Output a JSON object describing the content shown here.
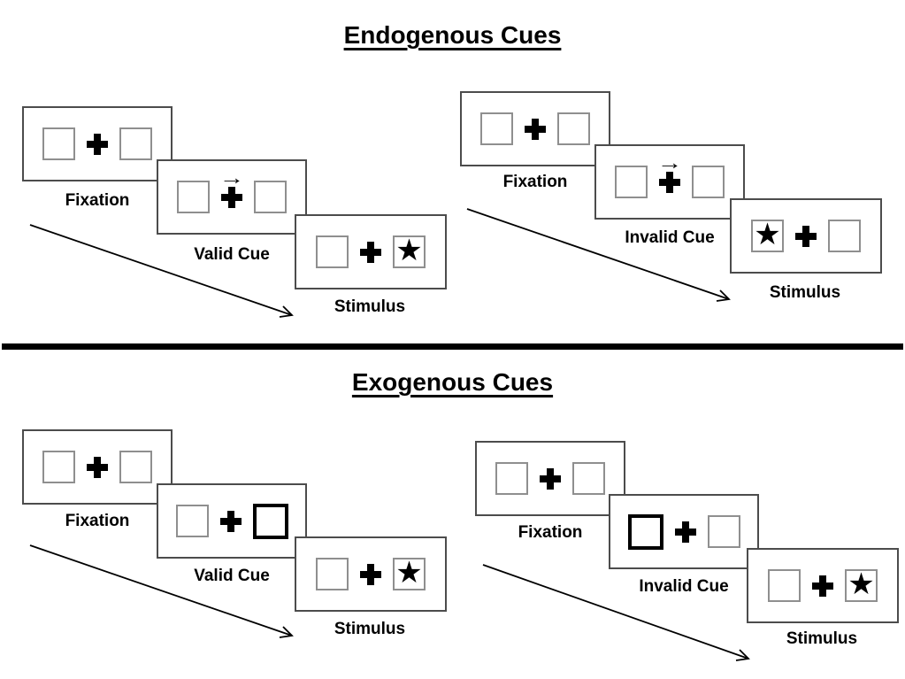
{
  "figure": {
    "sections": [
      {
        "title": "Endogenous Cues",
        "sequences": [
          {
            "condition": "Valid",
            "panels": [
              {
                "label": "Fixation"
              },
              {
                "label": "Valid Cue"
              },
              {
                "label": "Stimulus"
              }
            ],
            "cue_type": "central-arrow",
            "cue_side": "right",
            "stimulus_side": "right"
          },
          {
            "condition": "Invalid",
            "panels": [
              {
                "label": "Fixation"
              },
              {
                "label": "Invalid Cue"
              },
              {
                "label": "Stimulus"
              }
            ],
            "cue_type": "central-arrow",
            "cue_side": "right",
            "stimulus_side": "left"
          }
        ]
      },
      {
        "title": "Exogenous Cues",
        "sequences": [
          {
            "condition": "Valid",
            "panels": [
              {
                "label": "Fixation"
              },
              {
                "label": "Valid Cue"
              },
              {
                "label": "Stimulus"
              }
            ],
            "cue_type": "peripheral-box",
            "cue_side": "right",
            "stimulus_side": "right"
          },
          {
            "condition": "Invalid",
            "panels": [
              {
                "label": "Fixation"
              },
              {
                "label": "Invalid Cue"
              },
              {
                "label": "Stimulus"
              }
            ],
            "cue_type": "peripheral-box",
            "cue_side": "left",
            "stimulus_side": "right"
          }
        ]
      }
    ]
  },
  "icons": {
    "star": "★",
    "cue_arrow": "→"
  },
  "colors": {
    "ink": "#000000",
    "panel_border": "#4c4c4c",
    "box_border": "#8f8f8f",
    "background": "#ffffff"
  }
}
